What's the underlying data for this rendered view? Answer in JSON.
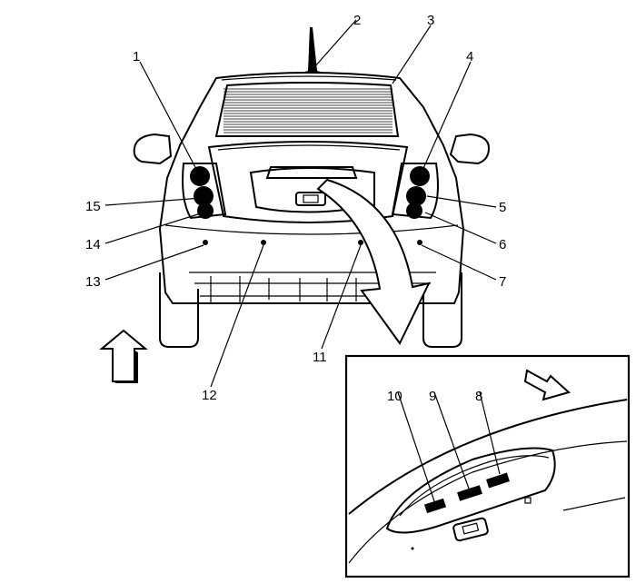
{
  "callouts": [
    "1",
    "2",
    "3",
    "4",
    "5",
    "6",
    "7",
    "8",
    "9",
    "10",
    "11",
    "12",
    "13",
    "14",
    "15"
  ],
  "icons": {
    "forward_arrow": "up-arrow-icon",
    "view_direction_arrow": "diagonal-arrow-icon",
    "detail_pointer_arrow": "curved-arrow-icon"
  },
  "colors": {
    "line": "#000000",
    "background": "#ffffff"
  }
}
